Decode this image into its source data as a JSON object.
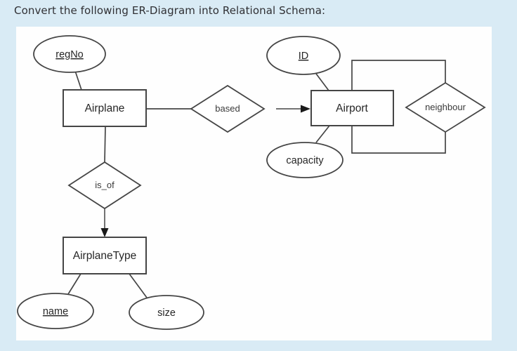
{
  "header": {
    "title": "Convert the following ER-Diagram into Relational Schema:"
  },
  "colors": {
    "page_background": "#d9ebf5",
    "panel_background": "#fefefe",
    "diagram_stroke": "#454545",
    "text": "#262626"
  },
  "diagram": {
    "type": "er-diagram",
    "entities": {
      "airplane": {
        "label": "Airplane"
      },
      "airport": {
        "label": "Airport"
      },
      "airplaneType": {
        "label": "AirplaneType"
      }
    },
    "relationships": {
      "based": {
        "label": "based"
      },
      "neighbour": {
        "label": "neighbour"
      },
      "is_of": {
        "label": "is_of"
      }
    },
    "attributes": {
      "regNo": {
        "label": "regNo",
        "is_key": true,
        "of": "Airplane"
      },
      "id": {
        "label": "ID",
        "is_key": true,
        "of": "Airport"
      },
      "capacity": {
        "label": "capacity",
        "is_key": false,
        "of": "Airport"
      },
      "name": {
        "label": "name",
        "is_key": true,
        "of": "AirplaneType"
      },
      "size": {
        "label": "size",
        "is_key": false,
        "of": "AirplaneType"
      }
    },
    "connections": [
      {
        "from": "regNo",
        "to": "Airplane",
        "arrow": false
      },
      {
        "from": "Airplane",
        "to": "based",
        "arrow": false
      },
      {
        "from": "based",
        "to": "Airport",
        "arrow": true
      },
      {
        "from": "ID",
        "to": "Airport",
        "arrow": false
      },
      {
        "from": "capacity",
        "to": "Airport",
        "arrow": false
      },
      {
        "from": "Airport",
        "to": "neighbour",
        "arrow": false,
        "note": "recursive loop via top path"
      },
      {
        "from": "Airport",
        "to": "neighbour",
        "arrow": false,
        "note": "recursive loop via bottom path"
      },
      {
        "from": "Airplane",
        "to": "is_of",
        "arrow": false
      },
      {
        "from": "is_of",
        "to": "AirplaneType",
        "arrow": true
      },
      {
        "from": "AirplaneType",
        "to": "name",
        "arrow": false
      },
      {
        "from": "AirplaneType",
        "to": "size",
        "arrow": false
      }
    ]
  }
}
